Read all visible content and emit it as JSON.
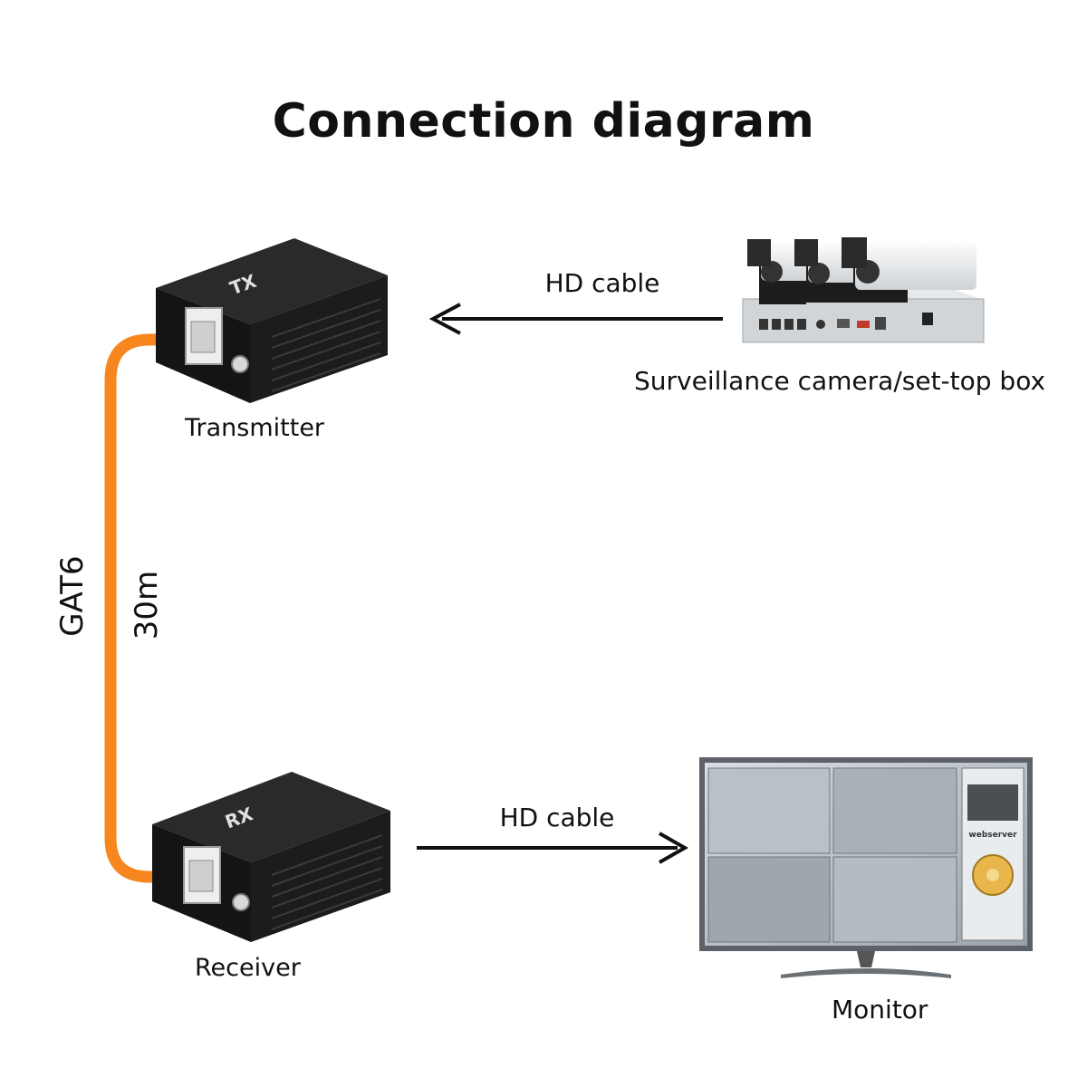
{
  "title": "Connection diagram",
  "arrows": {
    "top_label": "HD cable",
    "bottom_label": "HD cable"
  },
  "cable": {
    "type_label": "GAT6",
    "length_label": "30m",
    "color": "#f7861e"
  },
  "devices": {
    "transmitter": {
      "label": "Transmitter",
      "badge": "TX"
    },
    "receiver": {
      "label": "Receiver",
      "badge": "RX"
    },
    "source": {
      "label": "Surveillance camera/set-top box"
    },
    "monitor": {
      "label": "Monitor",
      "panel_text": "webserver"
    }
  }
}
